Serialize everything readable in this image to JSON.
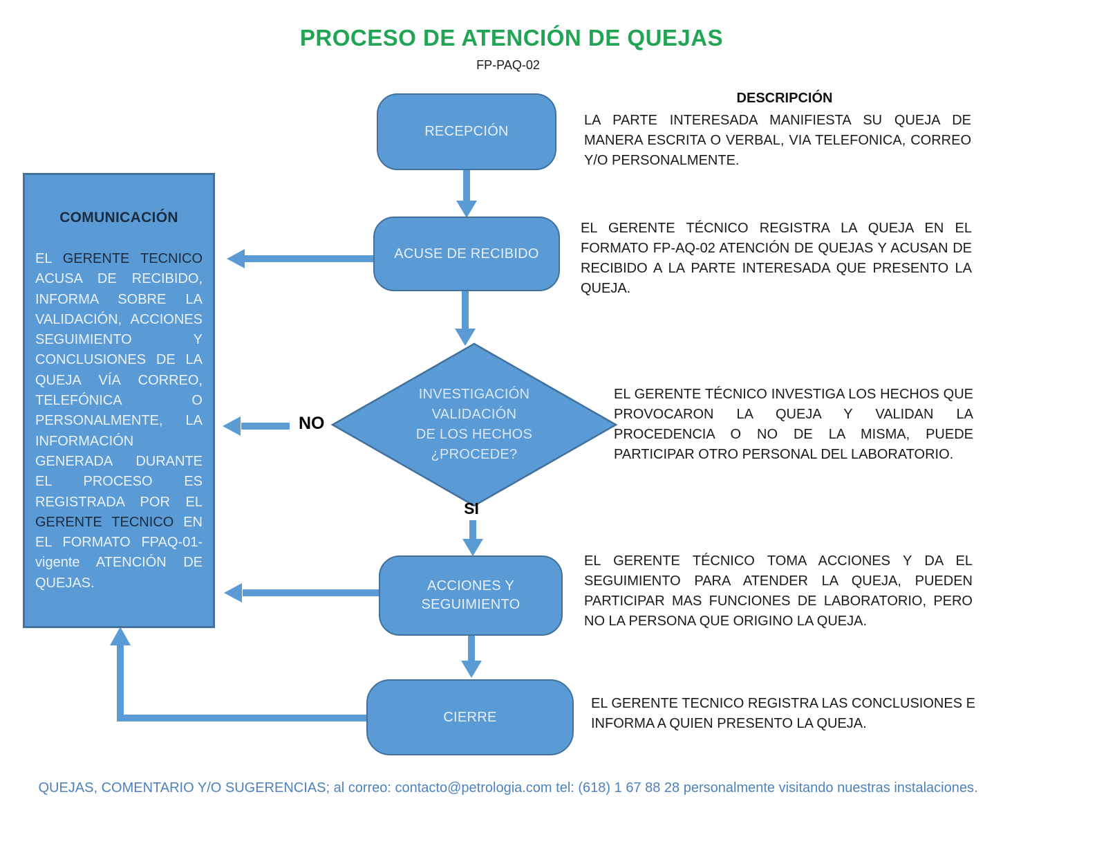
{
  "palette": {
    "title_green": "#21A453",
    "shape_fill": "#5B9BD5",
    "shape_border": "#41719C",
    "shape_text_light": "#E7F0FA",
    "dark_navy_text": "#1B2B40",
    "body_text": "#1a1a1a",
    "footer_blue": "#4D82BC"
  },
  "header": {
    "title": "PROCESO DE ATENCIÓN DE QUEJAS",
    "code": "FP-PAQ-02"
  },
  "descriptions": {
    "heading": "DESCRIPCIÓN",
    "recepcion": "LA PARTE INTERESADA MANIFIESTA SU QUEJA DE MANERA ESCRITA O VERBAL, VIA TELEFONICA, CORREO Y/O PERSONALMENTE.",
    "acuse": "EL GERENTE TÉCNICO REGISTRA LA QUEJA EN EL FORMATO FP-AQ-02 ATENCIÓN DE QUEJAS Y ACUSAN DE RECIBIDO A LA PARTE INTERESADA QUE PRESENTO LA QUEJA.",
    "investigacion": "EL GERENTE TÉCNICO INVESTIGA LOS HECHOS QUE PROVOCARON LA QUEJA Y VALIDAN LA PROCEDENCIA O NO DE LA MISMA, PUEDE PARTICIPAR OTRO PERSONAL DEL LABORATORIO.",
    "acciones": "EL GERENTE TÉCNICO TOMA ACCIONES Y DA EL SEGUIMIENTO PARA ATENDER LA QUEJA, PUEDEN PARTICIPAR MAS FUNCIONES DE LABORATORIO, PERO NO LA PERSONA QUE ORIGINO LA QUEJA.",
    "cierre": "EL GERENTE TECNICO REGISTRA LAS CONCLUSIONES E INFORMA A QUIEN PRESENTO LA QUEJA."
  },
  "flowchart": {
    "recepcion": "RECEPCIÓN",
    "acuse": "ACUSE DE RECIBIDO",
    "decision_line1": "INVESTIGACIÓN",
    "decision_line2": "VALIDACIÓN",
    "decision_line3": "DE LOS HECHOS",
    "decision_line4": "¿PROCEDE?",
    "acciones_line1": "ACCIONES Y",
    "acciones_line2": "SEGUIMIENTO",
    "cierre": "CIERRE",
    "no_label": "NO",
    "si_label": "SI"
  },
  "comunicacion": {
    "heading": "COMUNICACIÓN",
    "seg1": "EL ",
    "seg2": "GERENTE TECNICO",
    "seg3": " ACUSA DE RECIBIDO, INFORMA SOBRE LA VALIDACIÓN, ACCIONES SEGUIMIENTO Y CONCLUSIONES DE LA QUEJA VÍA CORREO, TELEFÓNICA O PERSONALMENTE, LA INFORMACIÓN GENERADA DURANTE EL PROCESO ES REGISTRADA POR EL ",
    "seg4": "GERENTE TECNICO",
    "seg5": " EN EL FORMATO FPAQ-01- vigente ATENCIÓN DE QUEJAS."
  },
  "footer": {
    "text": "QUEJAS, COMENTARIO Y/O SUGERENCIAS; al correo: contacto@petrologia.com tel: (618) 1 67 88 28 personalmente visitando nuestras instalaciones."
  }
}
